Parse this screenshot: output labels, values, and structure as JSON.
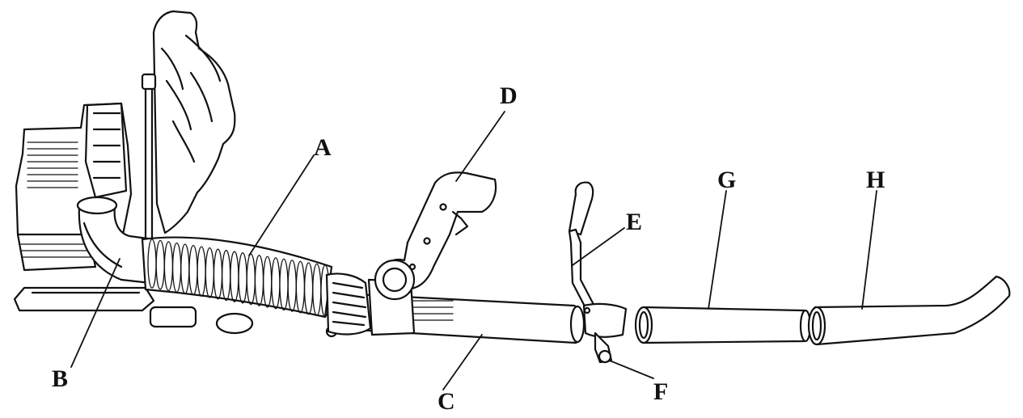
{
  "colors": {
    "ink": "#111111",
    "background": "#ffffff"
  },
  "labels": {
    "A": "A",
    "B": "B",
    "C": "C",
    "D": "D",
    "E": "E",
    "F": "F",
    "G": "G",
    "H": "H"
  }
}
